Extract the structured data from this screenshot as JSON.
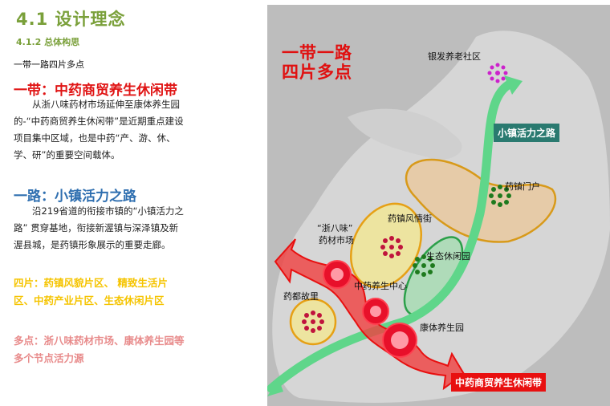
{
  "section": {
    "title": "4.1 设计理念",
    "subtitle": "4.1.2 总体构思",
    "summary": "一带一路四片多点"
  },
  "band": {
    "title": "一带：中药商贸养生休闲带",
    "text": "从浙八味药材市场延伸至康体养生园的-“中药商贸养生休闲带”是近期重点建设项目集中区域，也是中药“产、游、休、学、研”的重要空间载体。"
  },
  "road": {
    "title": "一路：小镇活力之路",
    "text": "沿219省道的衔接市镇的“小镇活力之路” 贯穿基地，衔接新渥镇与深泽镇及新渥县城，是药镇形象展示的重要走廊。"
  },
  "pieces": {
    "text": "四片：药镇风貌片区、 精致生活片区、中药产业片区、生态休闲片区"
  },
  "points": {
    "text": "多点：浙八味药材市场、康体养生园等多个节点活力源"
  },
  "map": {
    "title_line1": "一带一路",
    "title_line2": "四片多点",
    "road_tag": "小镇活力之路",
    "band_tag": "中药商贸养生休闲带",
    "labels": {
      "silver": "银发养老社区",
      "gate": "药镇门户",
      "street": "药镇风情街",
      "market_line1": "“浙八味”",
      "market_line2": "药材市场",
      "eco": "生态休闲园",
      "center": "中药养生中心",
      "hometown": "药都故里",
      "wellness": "康体养生园"
    },
    "colors": {
      "band_red": "#e81010",
      "road_green": "#5fd68a",
      "road_tag": "#2a7a70",
      "silver_node": "#cc22cc",
      "gate_node": "#1e7a1e",
      "yellow_zone": "#f0e69a",
      "tan_zone": "#e9c9a0",
      "eco_zone": "#a8dcb4"
    }
  }
}
